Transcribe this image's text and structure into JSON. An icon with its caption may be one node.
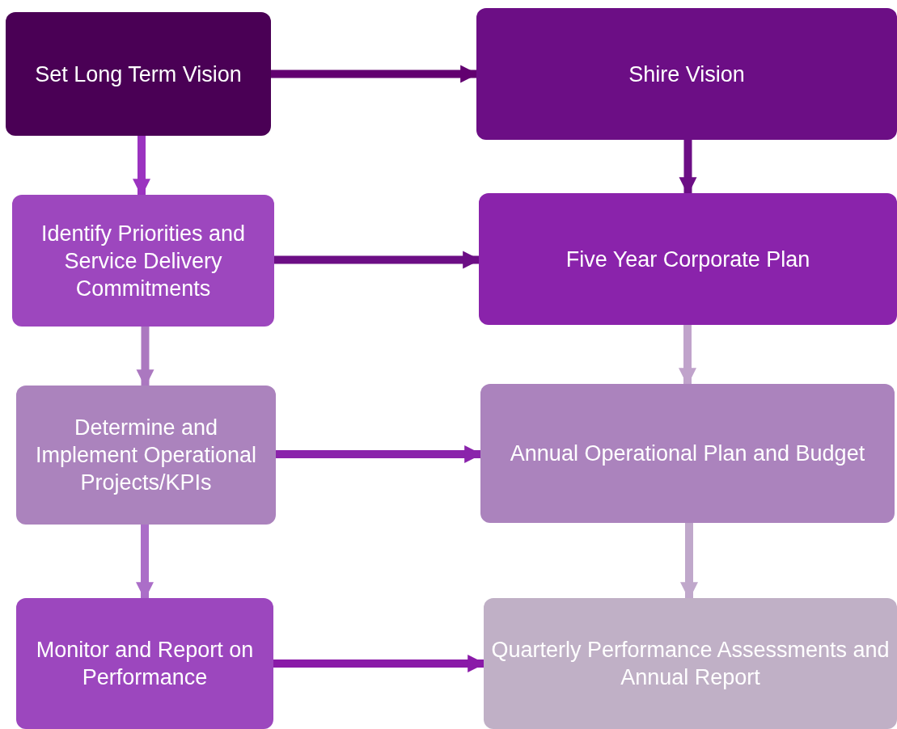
{
  "diagram": {
    "nodes": [
      {
        "text": [
          "Set Long Term Vision"
        ]
      },
      {
        "text": [
          "Shire Vision"
        ]
      },
      {
        "text": [
          "Identify Priorities and Service Delivery Commitments"
        ]
      },
      {
        "text": [
          "Five Year Corporate Plan"
        ]
      },
      {
        "text": [
          "Determine and Implement Operational Projects/KPIs"
        ]
      },
      {
        "text": [
          "Annual Operational Plan and Budget"
        ]
      },
      {
        "text": [
          "Monitor and Report on Performance"
        ]
      },
      {
        "text": [
          "Quarterly Performance Assessments and Annual Report"
        ]
      }
    ],
    "edges": [
      {
        "from": 0,
        "to": 1,
        "arrow": "to",
        "color": "#620070"
      },
      {
        "from": 0,
        "to": 2,
        "arrow": "to",
        "color": "#9b33c0"
      },
      {
        "from": 1,
        "to": 3,
        "arrow": "to",
        "color": "#6c0e85"
      },
      {
        "from": 2,
        "to": 3,
        "arrow": "to",
        "color": "#6c0e85"
      },
      {
        "from": 2,
        "to": 4,
        "arrow": "to",
        "color": "#ab78c0"
      },
      {
        "from": 3,
        "to": 5,
        "arrow": "to",
        "color": "#c0a3cb"
      },
      {
        "from": 4,
        "to": 5,
        "arrow": "to",
        "color": "#8a23ab"
      },
      {
        "from": 4,
        "to": 6,
        "arrow": "to",
        "color": "#ab6ec8"
      },
      {
        "from": 5,
        "to": 7,
        "arrow": "to",
        "color": "#c0a8cb"
      },
      {
        "from": 6,
        "to": 7,
        "arrow": "to",
        "color": "#8a1aa8"
      }
    ]
  }
}
